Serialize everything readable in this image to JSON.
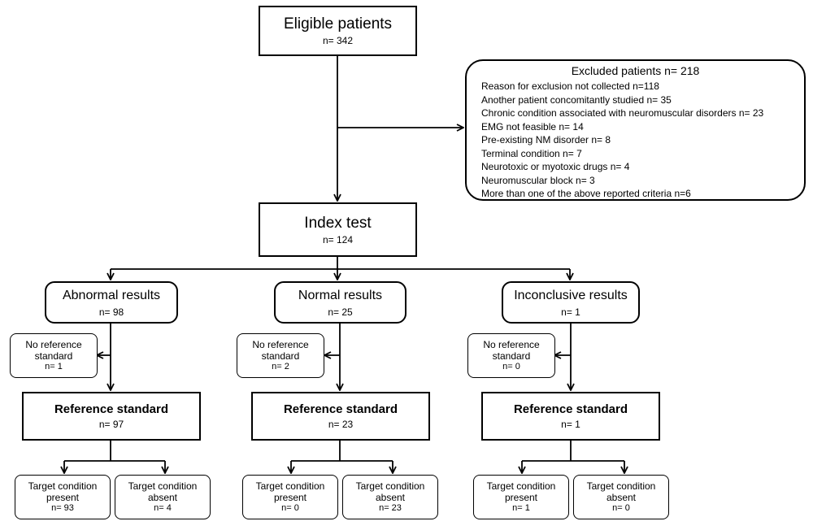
{
  "eligible": {
    "title": "Eligible patients",
    "n": "n= 342"
  },
  "excluded": {
    "title": "Excluded patients n= 218",
    "reasons": [
      "Reason for exclusion not collected  n=118",
      "Another patient concomitantly studied n= 35",
      "Chronic condition associated with neuromuscular disorders n= 23",
      "EMG not feasible n= 14",
      "Pre-existing NM disorder n= 8",
      "Terminal  condition n= 7",
      "Neurotoxic or myotoxic drugs n= 4",
      "Neuromuscular block n= 3",
      "More than one of the above reported criteria n=6"
    ]
  },
  "index_test": {
    "title": "Index test",
    "n": "n= 124"
  },
  "branches": [
    {
      "result": {
        "title": "Abnormal results",
        "n": "n= 98"
      },
      "no_reference": {
        "line1": "No reference",
        "line2": "standard",
        "n": "n= 1"
      },
      "reference": {
        "title": "Reference standard",
        "n": "n= 97"
      },
      "present": {
        "line1": "Target condition",
        "line2": "present",
        "n": "n= 93"
      },
      "absent": {
        "line1": "Target condition",
        "line2": "absent",
        "n": "n= 4"
      }
    },
    {
      "result": {
        "title": "Normal results",
        "n": "n= 25"
      },
      "no_reference": {
        "line1": "No reference",
        "line2": "standard",
        "n": "n= 2"
      },
      "reference": {
        "title": "Reference standard",
        "n": "n= 23"
      },
      "present": {
        "line1": "Target condition",
        "line2": "present",
        "n": "n= 0"
      },
      "absent": {
        "line1": "Target condition",
        "line2": "absent",
        "n": "n= 23"
      }
    },
    {
      "result": {
        "title": "Inconclusive results",
        "n": "n= 1"
      },
      "no_reference": {
        "line1": "No reference",
        "line2": "standard",
        "n": "n= 0"
      },
      "reference": {
        "title": "Reference standard",
        "n": "n= 1"
      },
      "present": {
        "line1": "Target condition",
        "line2": "present",
        "n": "n= 1"
      },
      "absent": {
        "line1": "Target condition",
        "line2": "absent",
        "n": "n= 0"
      }
    }
  ]
}
